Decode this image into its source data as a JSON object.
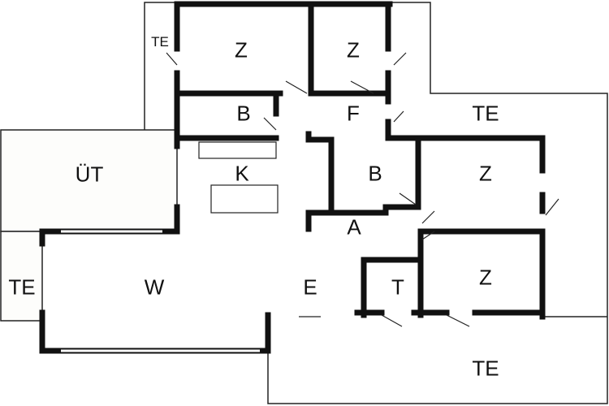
{
  "title": "Floor plan",
  "rooms": [
    {
      "id": "z1",
      "label": "Z"
    },
    {
      "id": "z2",
      "label": "Z"
    },
    {
      "id": "te_small",
      "label": "TE"
    },
    {
      "id": "b1",
      "label": "B"
    },
    {
      "id": "f",
      "label": "F"
    },
    {
      "id": "te_right",
      "label": "TE"
    },
    {
      "id": "ut",
      "label": "ÜT"
    },
    {
      "id": "k",
      "label": "K"
    },
    {
      "id": "b2",
      "label": "B"
    },
    {
      "id": "z3",
      "label": "Z"
    },
    {
      "id": "a",
      "label": "A"
    },
    {
      "id": "te_left",
      "label": "TE"
    },
    {
      "id": "w",
      "label": "W"
    },
    {
      "id": "e",
      "label": "E"
    },
    {
      "id": "t",
      "label": "T"
    },
    {
      "id": "z4",
      "label": "Z"
    },
    {
      "id": "te_bottom",
      "label": "TE"
    }
  ],
  "colors": {
    "wall": "#111111",
    "line": "#222222",
    "background": "#ffffff"
  }
}
